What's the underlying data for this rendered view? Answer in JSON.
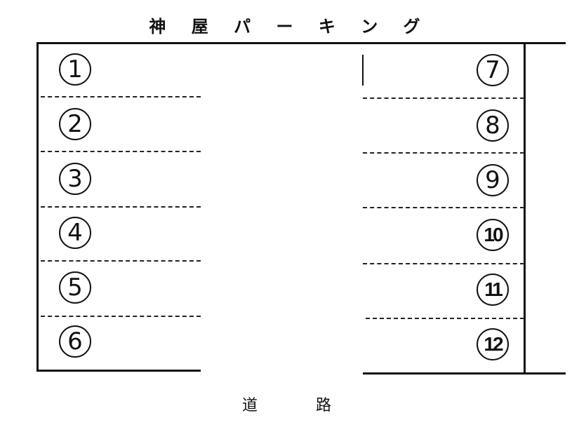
{
  "title": "神 屋 パ ー キ ン グ",
  "road_label": "道 路",
  "left_spaces": [
    {
      "number": "1"
    },
    {
      "number": "2"
    },
    {
      "number": "3"
    },
    {
      "number": "4"
    },
    {
      "number": "5"
    },
    {
      "number": "6"
    }
  ],
  "right_spaces": [
    {
      "number": "7"
    },
    {
      "number": "8"
    },
    {
      "number": "9"
    },
    {
      "number": "10"
    },
    {
      "number": "11"
    },
    {
      "number": "12"
    }
  ],
  "colors": {
    "line": "#111111",
    "background": "#ffffff"
  }
}
